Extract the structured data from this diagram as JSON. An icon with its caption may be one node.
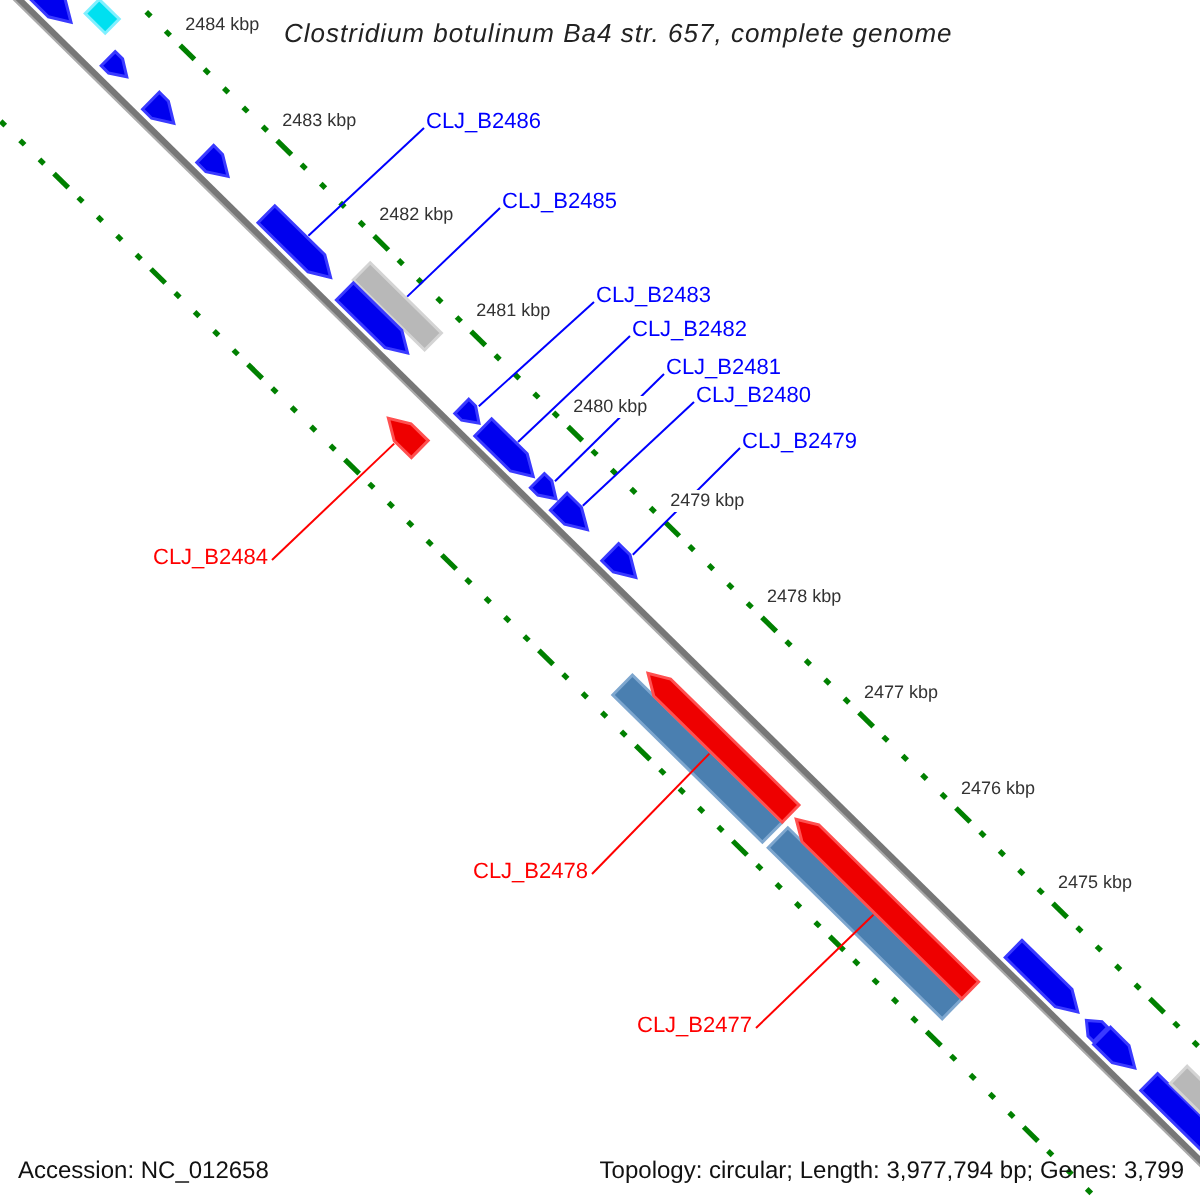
{
  "diagram": {
    "title": "Clostridium botulinum Ba4 str. 657, complete genome",
    "nodes": [
      {
        "text": [
          "CLJ_B2486"
        ]
      },
      {
        "text": [
          "CLJ_B2485"
        ]
      },
      {
        "text": [
          "CLJ_B2483"
        ]
      },
      {
        "text": [
          "CLJ_B2482"
        ]
      },
      {
        "text": [
          "CLJ_B2481"
        ]
      },
      {
        "text": [
          "CLJ_B2480"
        ]
      },
      {
        "text": [
          "CLJ_B2479"
        ]
      },
      {
        "text": [
          "CLJ_B2484"
        ]
      },
      {
        "text": [
          "CLJ_B2478"
        ]
      },
      {
        "text": [
          "CLJ_B2477"
        ]
      },
      {
        "text": [],
        "shape": "pentagon"
      },
      {
        "text": [],
        "shape": "bar"
      },
      {
        "text": [],
        "shape": "pentagon"
      },
      {
        "text": [],
        "shape": "pentagon"
      },
      {
        "text": [],
        "shape": "pentagon"
      },
      {
        "text": [],
        "shape": "pentagon"
      },
      {
        "text": [],
        "shape": "bar"
      },
      {
        "text": [],
        "shape": "pentagon"
      },
      {
        "text": [],
        "shape": "pentagon"
      },
      {
        "text": [],
        "shape": "pentagon"
      },
      {
        "text": [],
        "shape": "pentagon"
      },
      {
        "text": [],
        "shape": "pentagon"
      },
      {
        "text": [],
        "shape": "pentagon"
      },
      {
        "text": [],
        "shape": "pentagon"
      },
      {
        "text": [],
        "shape": "bar"
      },
      {
        "text": [],
        "shape": "pentagon"
      },
      {
        "text": [],
        "shape": "bar"
      },
      {
        "text": [],
        "shape": "pentagon"
      },
      {
        "text": [],
        "shape": "pentagon"
      },
      {
        "text": [],
        "shape": "pentagon"
      },
      {
        "text": [],
        "shape": "pentagon"
      },
      {
        "text": [],
        "shape": "pentagon"
      },
      {
        "text": [],
        "shape": "bar"
      }
    ],
    "edges": [
      {
        "from": 0,
        "to": 15,
        "arrow": "none"
      },
      {
        "from": 1,
        "to": 16,
        "arrow": "none"
      },
      {
        "from": 2,
        "to": 19,
        "arrow": "none"
      },
      {
        "from": 3,
        "to": 20,
        "arrow": "none"
      },
      {
        "from": 4,
        "to": 21,
        "arrow": "none"
      },
      {
        "from": 5,
        "to": 22,
        "arrow": "none"
      },
      {
        "from": 6,
        "to": 23,
        "arrow": "none"
      },
      {
        "from": 7,
        "to": 18,
        "arrow": "none",
        "color": "#ff0000"
      },
      {
        "from": 8,
        "to": 25,
        "arrow": "none",
        "color": "#ff0000"
      },
      {
        "from": 9,
        "to": 27,
        "arrow": "none",
        "color": "#ff0000"
      }
    ],
    "labels": [
      "2484 kbp",
      "2483 kbp",
      "2482 kbp",
      "2481 kbp",
      "2480 kbp",
      "2479 kbp",
      "2478 kbp",
      "2477 kbp",
      "2476 kbp",
      "2475 kbp",
      "Accession: NC_012658",
      "Topology: circular; Length: 3,977,794 bp; Genes: 3,799"
    ]
  }
}
